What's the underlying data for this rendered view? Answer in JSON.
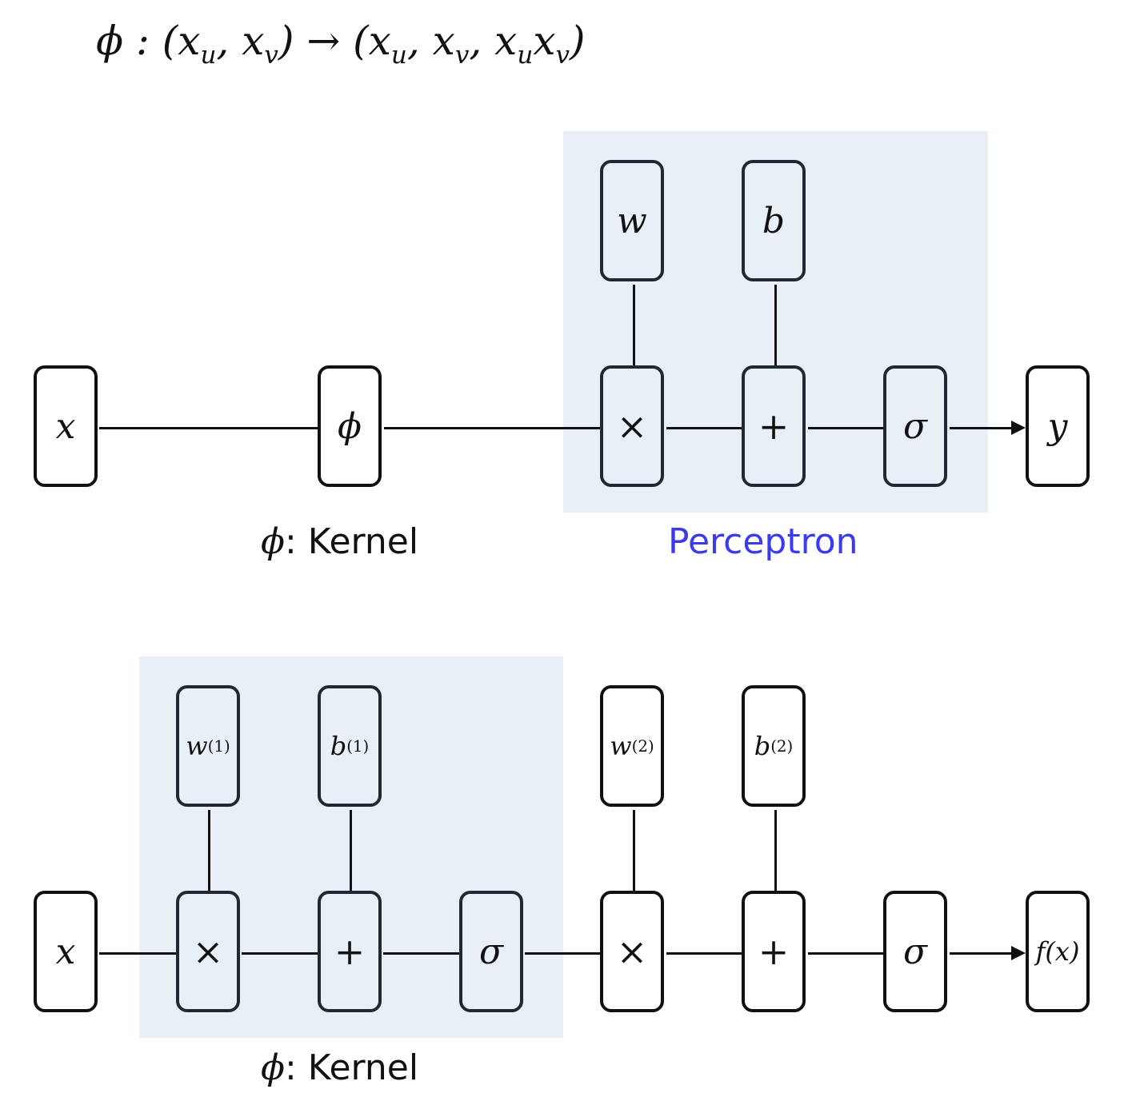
{
  "formula": {
    "map_symbol": "ϕ",
    "colon": " : ",
    "lhs": "(x",
    "lhs_sub1": "u",
    "lhs_mid": ", x",
    "lhs_sub2": "v",
    "lhs_end": ")",
    "arrow": " → ",
    "rhs": "(x",
    "rhs_sub1": "u",
    "rhs_mid1": ", x",
    "rhs_sub2": "v",
    "rhs_mid2": ", x",
    "rhs_sub3": "u",
    "rhs_mid3": "x",
    "rhs_sub4": "v",
    "rhs_end": ")"
  },
  "top_diagram": {
    "nodes": {
      "x": "x",
      "phi": "ϕ",
      "w": "w",
      "b": "b",
      "mul": "×",
      "add": "+",
      "sigma": "σ",
      "y": "y"
    },
    "kernel_caption": {
      "symbol": "ϕ",
      "text": ": Kernel"
    },
    "perceptron_caption": "Perceptron",
    "colors": {
      "shade": "#e8eff7",
      "perceptron_label": "#3a3af0"
    }
  },
  "bottom_diagram": {
    "nodes": {
      "x": "x",
      "w1": "w",
      "w1_sup": "(1)",
      "b1": "b",
      "b1_sup": "(1)",
      "mul1": "×",
      "add1": "+",
      "sigma1": "σ",
      "w2": "w",
      "w2_sup": "(2)",
      "b2": "b",
      "b2_sup": "(2)",
      "mul2": "×",
      "add2": "+",
      "sigma2": "σ",
      "fx": "f(x)"
    },
    "kernel_caption": {
      "symbol": "ϕ",
      "text": ": Kernel"
    }
  }
}
